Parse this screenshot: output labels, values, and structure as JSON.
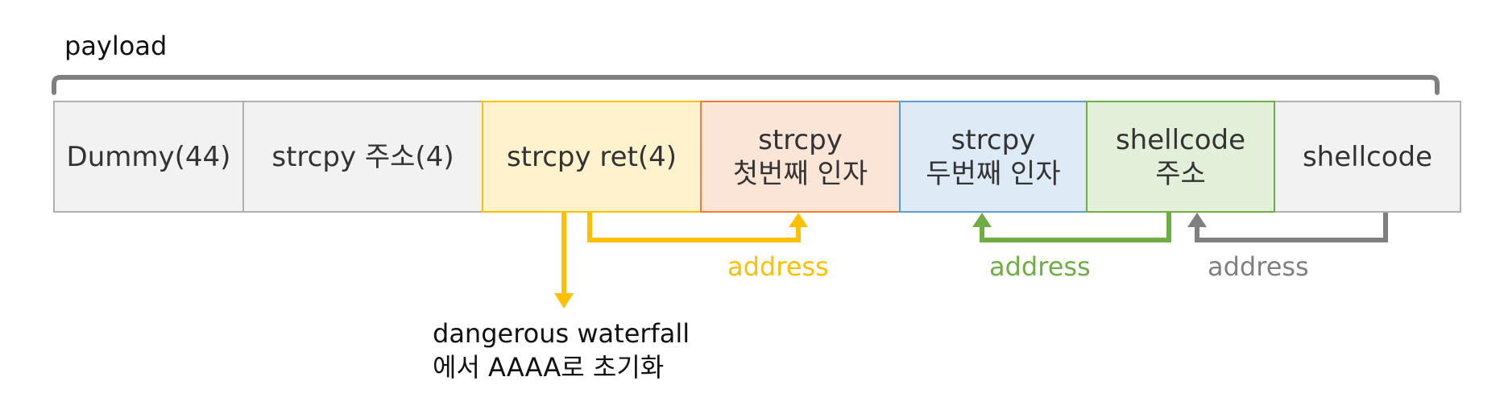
{
  "title": "payload",
  "cells": [
    {
      "label": "Dummy(44)"
    },
    {
      "label": "strcpy 주소(4)"
    },
    {
      "label": "strcpy ret(4)"
    },
    {
      "label": "strcpy\n첫번째 인자"
    },
    {
      "label": "strcpy\n두번째 인자"
    },
    {
      "label": "shellcode\n주소"
    },
    {
      "label": "shellcode"
    }
  ],
  "arrows": [
    {
      "label": "address",
      "color": "#ffc000"
    },
    {
      "label": "address",
      "color": "#70ad47"
    },
    {
      "label": "address",
      "color": "#808080"
    }
  ],
  "note": "dangerous waterfall\n에서 AAAA로 초기화",
  "colors": {
    "yellow": "#ffc000",
    "orange": "#ed7d31",
    "blue": "#5b9bd5",
    "green": "#70ad47",
    "gray": "#808080"
  }
}
